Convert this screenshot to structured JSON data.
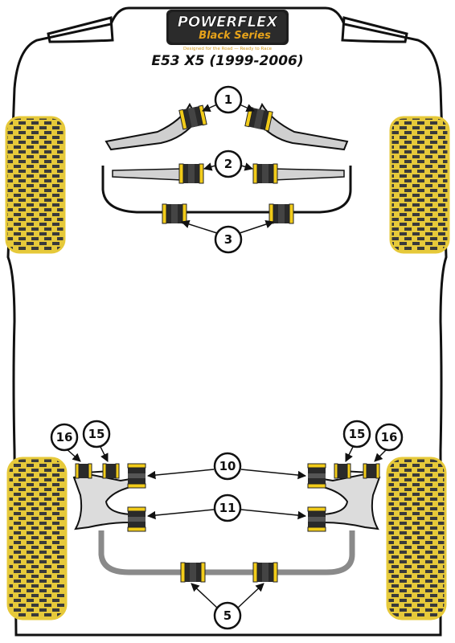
{
  "header": {
    "brand": "POWERFLEX",
    "series": "Black Series",
    "tagline": "Designed for the Road — Ready to Race",
    "model": "E53 X5 (1999-2006)"
  },
  "callouts": {
    "c1": "1",
    "c2": "2",
    "c3": "3",
    "c5": "5",
    "c10": "10",
    "c11": "11",
    "c15": "15",
    "c16": "16"
  },
  "colors": {
    "bushing": "#f2cc1a",
    "bushing_dark": "#222222",
    "tyre_fill": "#e6c93a",
    "body_line": "#111111"
  }
}
